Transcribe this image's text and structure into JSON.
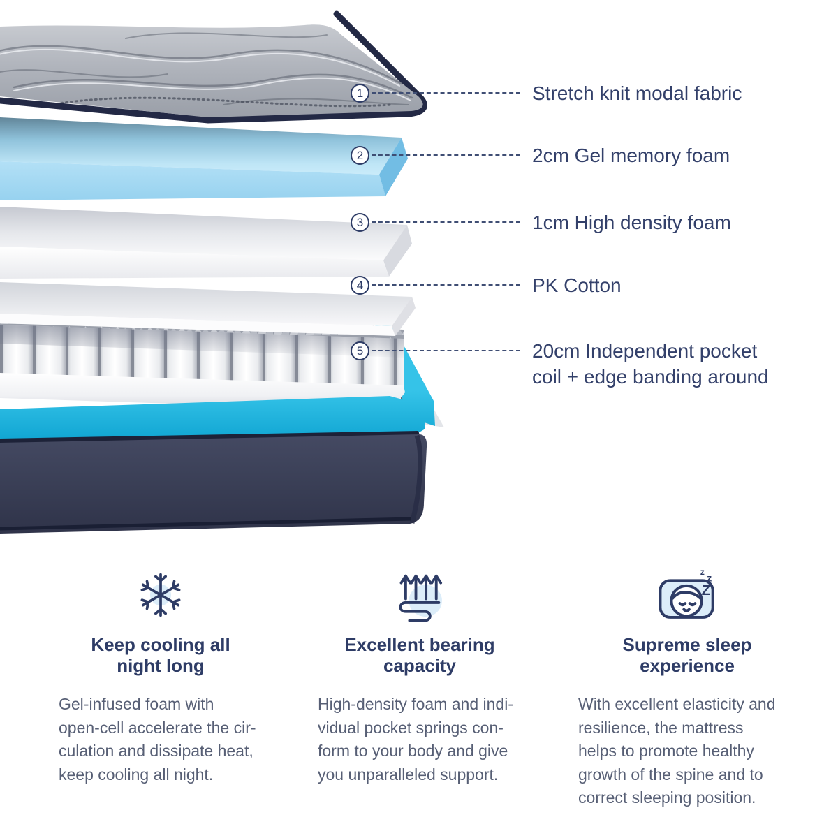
{
  "page": {
    "background": "#ffffff"
  },
  "palette": {
    "navy_text": "#2e3c66",
    "label_text": "#33406a",
    "body_text": "#575f75",
    "accent_teal": "#18b2dc",
    "gel_foam_blue": "#a3d8f1",
    "fabric_gray": "#aab0b8",
    "base_navy": "#3c4055",
    "binding_navy": "#232945",
    "icon_fill_blue": "#dcedf9"
  },
  "layer_callouts": [
    {
      "num": "1",
      "label": "Stretch knit modal fabric"
    },
    {
      "num": "2",
      "label": "2cm Gel memory foam"
    },
    {
      "num": "3",
      "label": "1cm High density foam"
    },
    {
      "num": "4",
      "label": "PK Cotton"
    },
    {
      "num": "5",
      "label": "20cm Independent pocket\ncoil + edge banding around"
    }
  ],
  "features": [
    {
      "icon": "snowflake-icon",
      "title": "Keep cooling all\nnight long",
      "body": "Gel-infused foam with\nopen-cell accelerate the cir-\nculation and dissipate heat,\nkeep cooling all night."
    },
    {
      "icon": "bearing-arrows-icon",
      "title": "Excellent bearing\ncapacity",
      "body": "High-density foam and indi-\nvidual pocket springs con-\nform to your body and give\nyou unparalleled support."
    },
    {
      "icon": "sleeping-head-icon",
      "title": "Supreme sleep\nexperience",
      "body": "With excellent elasticity and\nresilience, the mattress\nhelps to promote healthy\ngrowth of the spine and to\ncorrect sleeping position.",
      "z": [
        "z",
        "z",
        "Z"
      ]
    }
  ]
}
